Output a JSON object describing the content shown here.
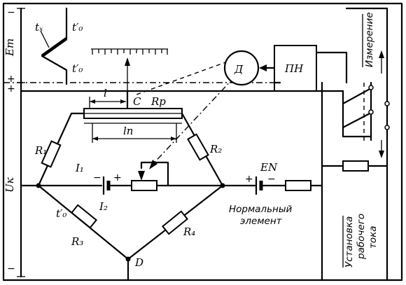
{
  "labels": {
    "tx": "tₓ",
    "t0p_top": "t′₀",
    "t0p_mid": "t′₀",
    "ET": "Eт",
    "UK": "Uк",
    "l": "l",
    "ln": "lп",
    "C": "C",
    "Rp": "Rр",
    "R1": "R₁",
    "R2": "R₂",
    "R3": "R₃",
    "R4": "R₄",
    "I1": "I₁",
    "I2": "I₂",
    "t0p_bridge": "t′₀",
    "D": "D",
    "EN": "EN",
    "detector": "Д",
    "converter": "ПН"
  },
  "captions": {
    "normal_element_line1": "Нормальный",
    "normal_element_line2": "элемент",
    "measurement": "Измерение",
    "set_current_line1": "Установка",
    "set_current_line2": "рабочего",
    "set_current_line3": "тока"
  },
  "signs": {
    "minus_top": "−",
    "plus_mid1": "+",
    "plus_mid2": "+",
    "minus_bottom": "−",
    "battery_minus": "−",
    "battery_plus": "+",
    "en_plus": "+",
    "en_minus": "−"
  }
}
